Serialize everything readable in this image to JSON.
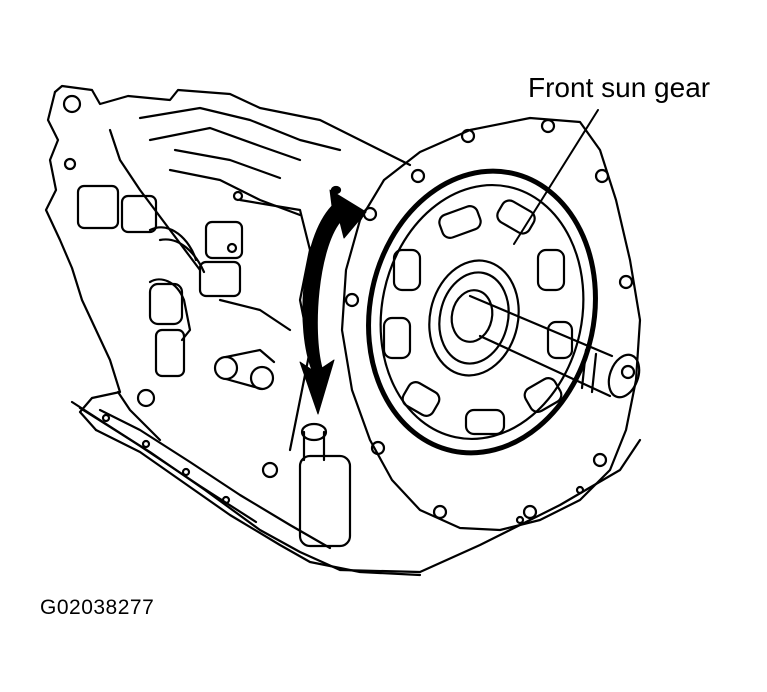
{
  "diagram": {
    "callout_label": "Front sun gear",
    "figure_id": "G02038277",
    "arrow": "double-headed curved rotation arrow",
    "colors": {
      "line": "#000000",
      "background": "#ffffff"
    }
  }
}
